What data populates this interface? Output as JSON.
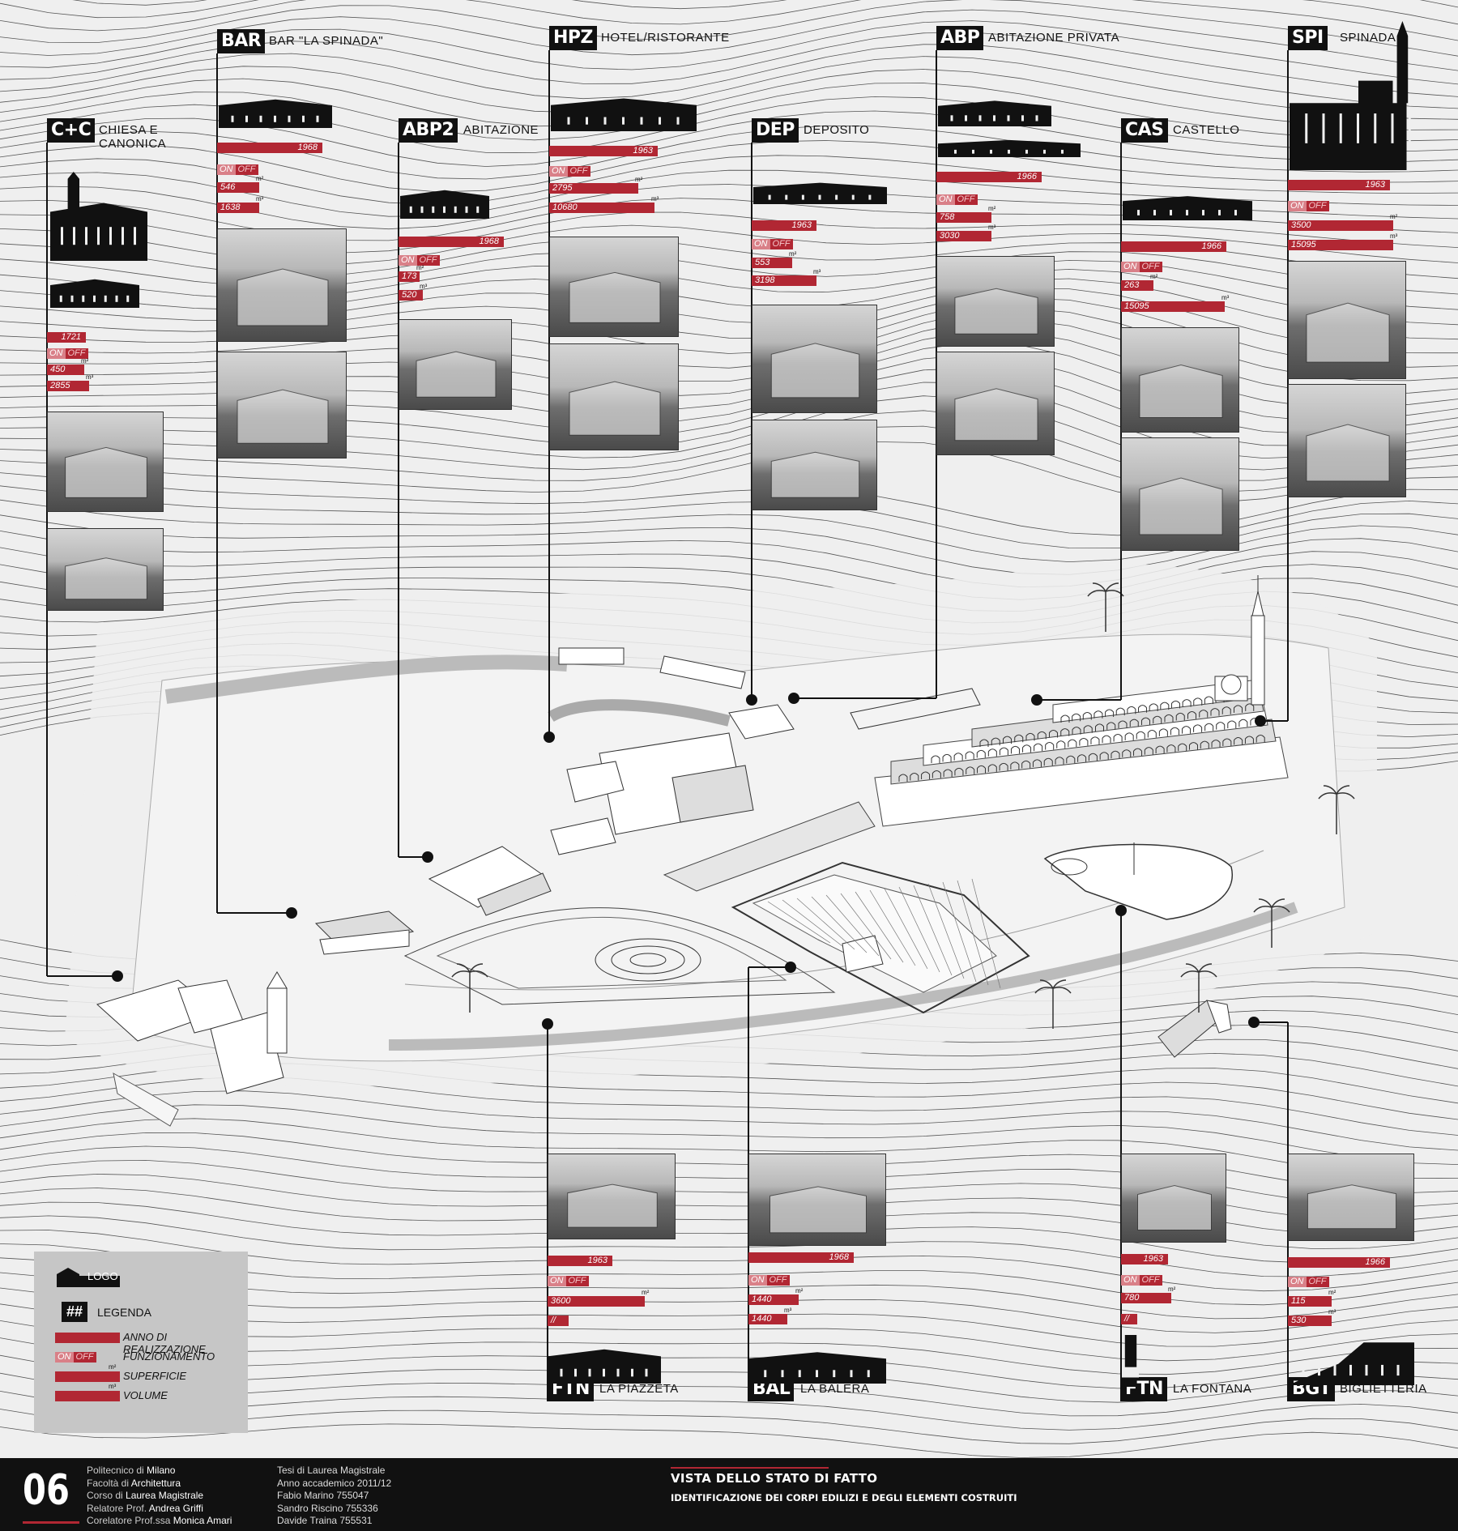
{
  "buildings": [
    {
      "id": "cc",
      "code": "C+C",
      "name_lines": [
        "CHIESA E",
        "CANONICA"
      ],
      "year": "1721",
      "area": "450",
      "volume": "2855",
      "area_unit": "m²",
      "volume_unit": "m³"
    },
    {
      "id": "bar",
      "code": "BAR",
      "name_lines": [
        "BAR \"LA SPINADA\""
      ],
      "year": "1968",
      "area": "546",
      "volume": "1638",
      "area_unit": "m²",
      "volume_unit": "m³"
    },
    {
      "id": "abp2",
      "code": "ABP2",
      "name_lines": [
        "ABITAZIONE"
      ],
      "year": "1968",
      "area": "173",
      "volume": "520",
      "area_unit": "m²",
      "volume_unit": "m³"
    },
    {
      "id": "hpz",
      "code": "HPZ",
      "name_lines": [
        "HOTEL/RISTORANTE"
      ],
      "year": "1963",
      "area": "2795",
      "volume": "10680",
      "area_unit": "m²",
      "volume_unit": "m³"
    },
    {
      "id": "dep",
      "code": "DEP",
      "name_lines": [
        "DEPOSITO"
      ],
      "year": "1963",
      "area": "553",
      "volume": "3198",
      "area_unit": "m²",
      "volume_unit": "m³"
    },
    {
      "id": "abp",
      "code": "ABP",
      "name_lines": [
        "ABITAZIONE PRIVATA"
      ],
      "year": "1966",
      "area": "758",
      "volume": "3030",
      "area_unit": "m²",
      "volume_unit": "m³"
    },
    {
      "id": "cas",
      "code": "CAS",
      "name_lines": [
        "CASTELLO"
      ],
      "year": "1966",
      "area": "263",
      "volume": "15095",
      "area_unit": "m²",
      "volume_unit": "m³"
    },
    {
      "id": "spi",
      "code": "SPI",
      "name_lines": [
        "SPINADA"
      ],
      "year": "1963",
      "area": "3500",
      "volume": "15095",
      "area_unit": "m²",
      "volume_unit": "m³"
    },
    {
      "id": "ftn1",
      "code": "FTN",
      "name_lines": [
        "LA PIAZZETA"
      ],
      "year": "1963",
      "area": "3600",
      "volume": "//",
      "area_unit": "m²",
      "volume_unit": ""
    },
    {
      "id": "bal",
      "code": "BAL",
      "name_lines": [
        "LA BALERA"
      ],
      "year": "1968",
      "area": "1440",
      "volume": "1440",
      "area_unit": "m²",
      "volume_unit": "m³"
    },
    {
      "id": "ftn2",
      "code": "FTN",
      "name_lines": [
        "LA FONTANA"
      ],
      "year": "1963",
      "area": "780",
      "volume": "//",
      "area_unit": "m²",
      "volume_unit": ""
    },
    {
      "id": "bgt",
      "code": "BGT",
      "name_lines": [
        "BIGLIETTERIA"
      ],
      "year": "1966",
      "area": "115",
      "volume": "530",
      "area_unit": "m²",
      "volume_unit": "m³"
    }
  ],
  "onoff": {
    "on": "ON",
    "off": "OFF"
  },
  "legend": {
    "logo": "LOGO",
    "hash": "##",
    "title": "LEGENDA",
    "items": [
      "ANNO DI REALIZZAZIONE",
      "FUNZIONAMENTO",
      "SUPERFICIE",
      "VOLUME"
    ],
    "units": [
      "m²",
      "m³"
    ]
  },
  "footer": {
    "page": "06",
    "col1": [
      [
        "Politecnico di ",
        "Milano"
      ],
      [
        "Facoltà di ",
        "Architettura"
      ],
      [
        "Corso di ",
        "Laurea Magistrale"
      ],
      [
        "Relatore Prof. ",
        "Andrea Griffi"
      ],
      [
        "Corelatore Prof.ssa ",
        "Monica Amari"
      ]
    ],
    "col2": [
      "Tesi di Laurea Magistrale",
      "Anno accademico 2011/12",
      "Fabio Marino 755047",
      "Sandro Riscino 755336",
      "Davide Traina 755531"
    ],
    "title": "VISTA DELLO STATO DI FATTO",
    "subtitle": "IDENTIFICAZIONE DEI CORPI EDILIZI E DEGLI ELEMENTI COSTRUITI"
  },
  "colors": {
    "accent": "#b12733",
    "accent_light": "#d98088",
    "ink": "#111111",
    "paper": "#efefef",
    "legend_box": "#c6c6c6"
  }
}
